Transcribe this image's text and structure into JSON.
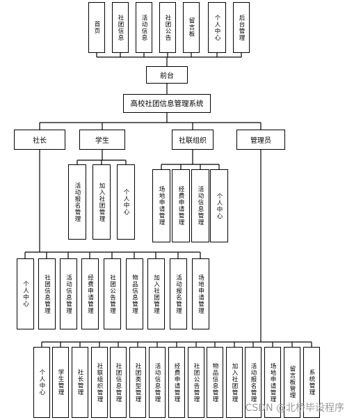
{
  "top_modules": [
    "首页",
    "社团信息",
    "活动信息",
    "社团公告",
    "留言板",
    "个人中心",
    "后台管理"
  ],
  "frontend": "前台",
  "system": "高校社团信息管理系统",
  "roles": [
    "社长",
    "学生",
    "社联组织",
    "管理员"
  ],
  "student_modules": [
    "活动报名管理",
    "加入社团管理",
    "个人中心"
  ],
  "federation_modules": [
    "场地申请管理",
    "经费申请管理",
    "活动信息管理",
    "个人中心"
  ],
  "president_modules": [
    "个人中心",
    "社团信息管理",
    "活动信息管理",
    "经费申请管理",
    "社团公告管理",
    "物品信息管理",
    "加入社团管理",
    "活动报名管理",
    "场地申请管理"
  ],
  "admin_modules": [
    "个人中心",
    "学生管理",
    "社长管理",
    "社联组织管理",
    "社团信息管理",
    "社团类型管理",
    "活动信息管理",
    "经费申请管理",
    "社团公告管理",
    "物品信息管理",
    "加入社团管理",
    "活动报名管理",
    "场地申请管理",
    "留言板管理",
    "系统管理"
  ],
  "watermark": "CSDN @北桥毕设程序"
}
